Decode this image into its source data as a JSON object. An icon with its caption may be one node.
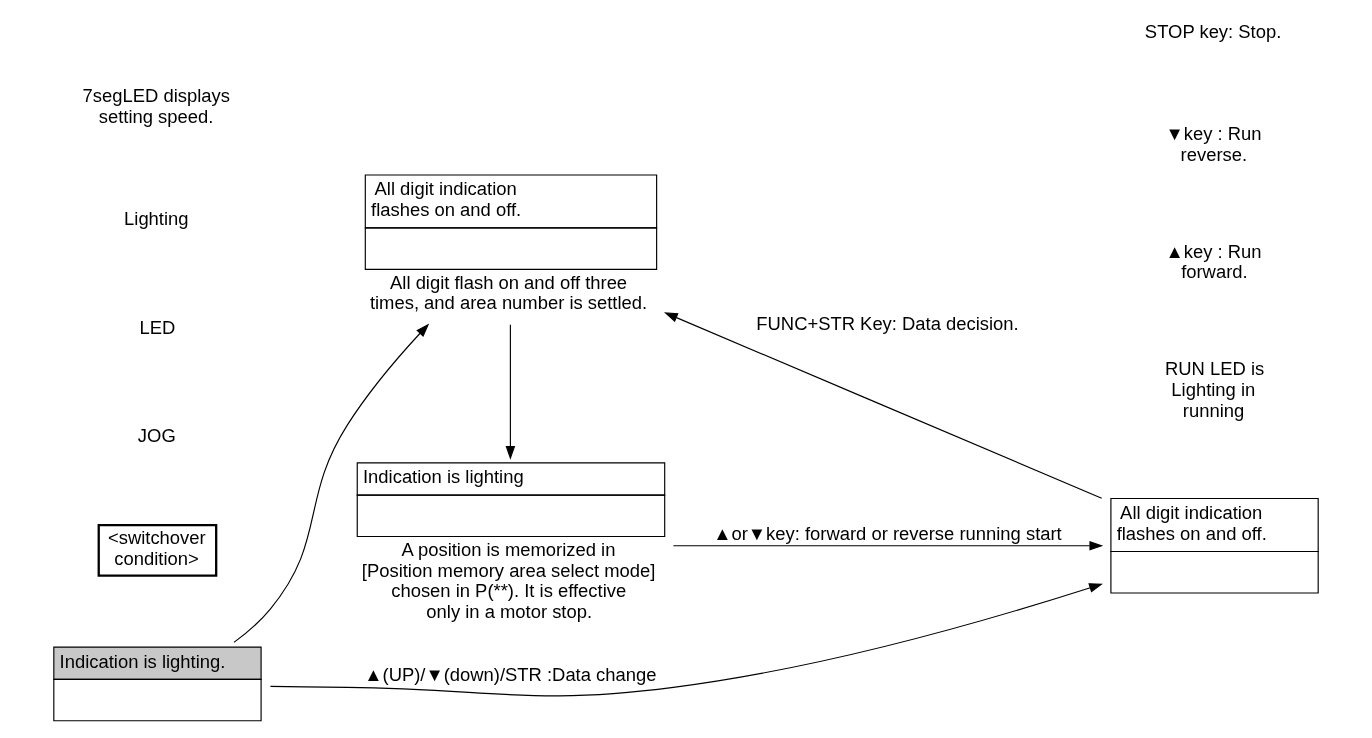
{
  "diagram": {
    "nodes": [
      {
        "text": [
          "Indication is lighting."
        ]
      },
      {
        "text": [
          "All digit indication flashes on and off."
        ],
        "beside": [
          "All digit flash on and off three times, and area number is settled."
        ]
      },
      {
        "text": [
          "All digit indication flashes on and off."
        ]
      },
      {
        "text": [
          "Indication is lighting"
        ],
        "beside": [
          "A position is memorized in [Position memory area select mode] chosen in P(**). It is effective only in a motor stop."
        ]
      },
      {
        "text": [
          "<switchover condition>"
        ]
      }
    ],
    "edges": [
      {
        "from": 0,
        "to": 2,
        "arrow": "to",
        "label": "▲(UP)/▼(down)/STR :Data change"
      },
      {
        "from": 0,
        "to": 1,
        "arrow": "to"
      },
      {
        "from": 2,
        "to": 1,
        "arrow": "to",
        "label": "FUNC+STR Key: Data decision."
      },
      {
        "from": 1,
        "to": 3,
        "arrow": "to"
      },
      {
        "from": 3,
        "to": 2,
        "arrow": "to",
        "label": "▲or▼key: forward or reverse running start"
      }
    ],
    "labels": [
      "JOG",
      "LED",
      "Lighting",
      "7segLED displays setting speed.",
      "RUN LED is Lighting in running",
      "▲key : Run forward.",
      "▼key : Run reverse.",
      "STOP key: Stop."
    ]
  }
}
